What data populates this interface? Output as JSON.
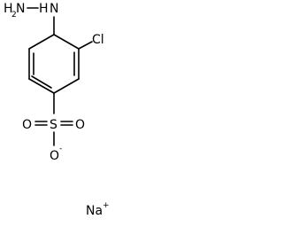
{
  "molecule": {
    "labels": {
      "hydrazine_h2": "H",
      "hydrazine_h2_count": "2",
      "hydrazine_n1": "N",
      "hydrazine_nh": "H",
      "hydrazine_n2": "N",
      "chloro": "Cl",
      "sulfur": "S",
      "oxygen_left": "O",
      "oxygen_right": "O",
      "oxygen_bottom": "O",
      "oxygen_bottom_charge": "-",
      "sodium": "Na",
      "sodium_charge": "+"
    }
  }
}
